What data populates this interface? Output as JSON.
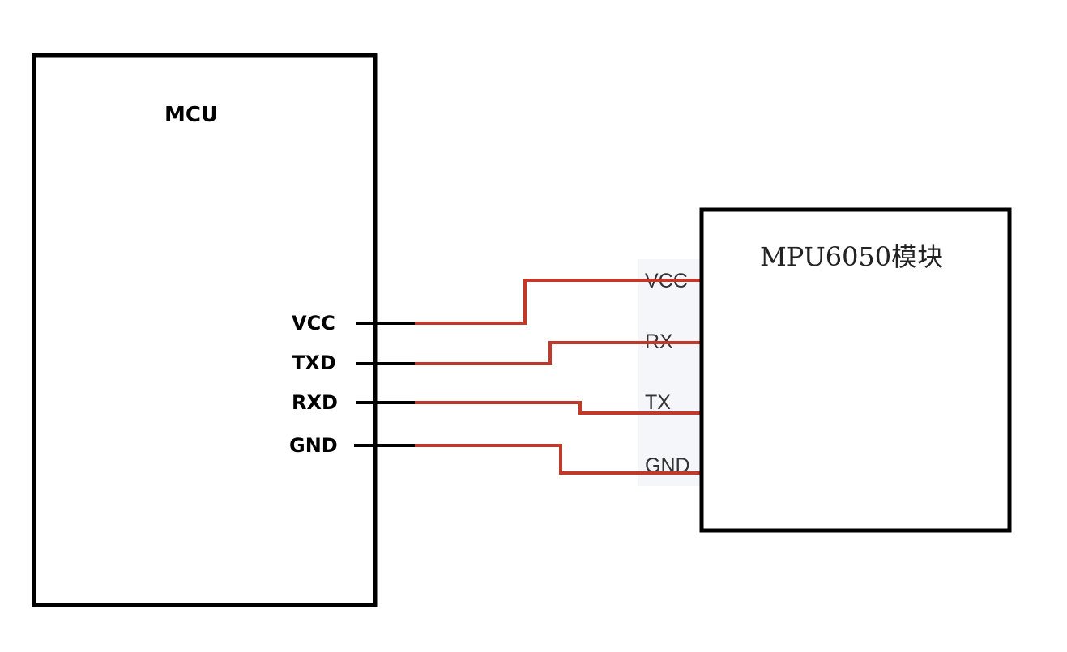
{
  "mcu": {
    "title": "MCU",
    "pins": [
      {
        "key": "vcc",
        "label": "VCC"
      },
      {
        "key": "txd",
        "label": "TXD"
      },
      {
        "key": "rxd",
        "label": "RXD"
      },
      {
        "key": "gnd",
        "label": "GND"
      }
    ]
  },
  "module": {
    "title": "MPU6050模块",
    "pins": [
      {
        "key": "vcc",
        "label": "VCC"
      },
      {
        "key": "rx",
        "label": "RX"
      },
      {
        "key": "tx",
        "label": "TX"
      },
      {
        "key": "gnd",
        "label": "GND"
      }
    ]
  },
  "connections": [
    {
      "from": "VCC",
      "to": "VCC"
    },
    {
      "from": "TXD",
      "to": "RX"
    },
    {
      "from": "RXD",
      "to": "TX"
    },
    {
      "from": "GND",
      "to": "GND"
    }
  ],
  "colors": {
    "wire": "#c0392b",
    "outline": "#000000"
  }
}
